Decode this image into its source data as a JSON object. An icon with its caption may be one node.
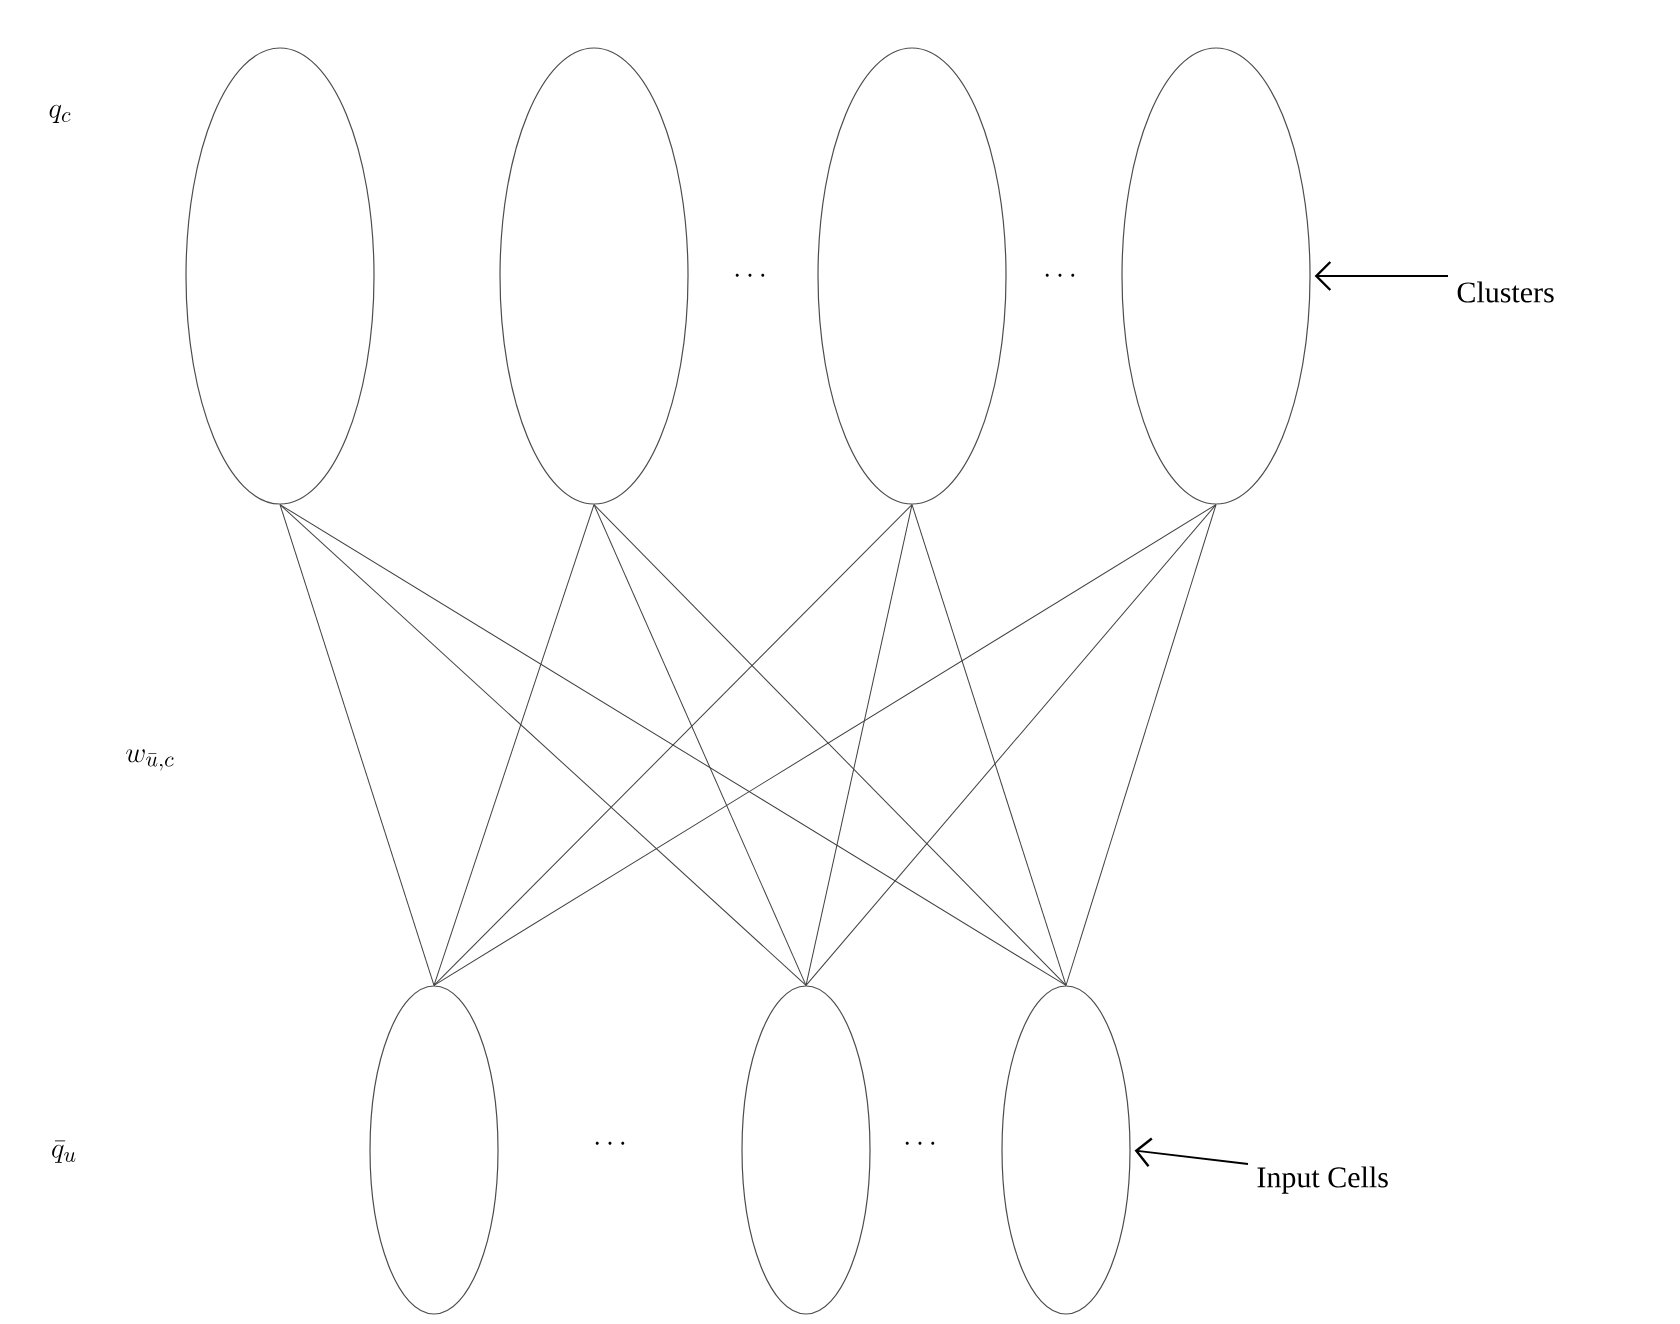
{
  "diagram": {
    "nodes": [
      {
        "text": [],
        "shape": "ellipse"
      },
      {
        "text": [],
        "shape": "ellipse"
      },
      {
        "text": [],
        "shape": "ellipse"
      },
      {
        "text": [],
        "shape": "ellipse"
      },
      {
        "text": [],
        "shape": "ellipse"
      },
      {
        "text": [],
        "shape": "ellipse"
      },
      {
        "text": [],
        "shape": "ellipse"
      },
      {
        "text": [
          "Clusters"
        ]
      },
      {
        "text": [
          "Input Cells"
        ]
      }
    ],
    "edges": [
      {
        "from": 0,
        "to": 4,
        "arrow": "none"
      },
      {
        "from": 0,
        "to": 5,
        "arrow": "none"
      },
      {
        "from": 0,
        "to": 6,
        "arrow": "none"
      },
      {
        "from": 1,
        "to": 4,
        "arrow": "none"
      },
      {
        "from": 1,
        "to": 5,
        "arrow": "none"
      },
      {
        "from": 1,
        "to": 6,
        "arrow": "none"
      },
      {
        "from": 2,
        "to": 4,
        "arrow": "none"
      },
      {
        "from": 2,
        "to": 5,
        "arrow": "none"
      },
      {
        "from": 2,
        "to": 6,
        "arrow": "none"
      },
      {
        "from": 3,
        "to": 4,
        "arrow": "none"
      },
      {
        "from": 3,
        "to": 5,
        "arrow": "none"
      },
      {
        "from": 3,
        "to": 6,
        "arrow": "none"
      },
      {
        "from": 7,
        "to": 3,
        "arrow": "to"
      },
      {
        "from": 8,
        "to": 6,
        "arrow": "to"
      }
    ],
    "labels": [
      "q_c",
      "\\cdots",
      "\\cdots",
      "w_{\\bar{u},c}",
      "\\bar{q}_u",
      "\\cdots",
      "\\cdots"
    ]
  }
}
